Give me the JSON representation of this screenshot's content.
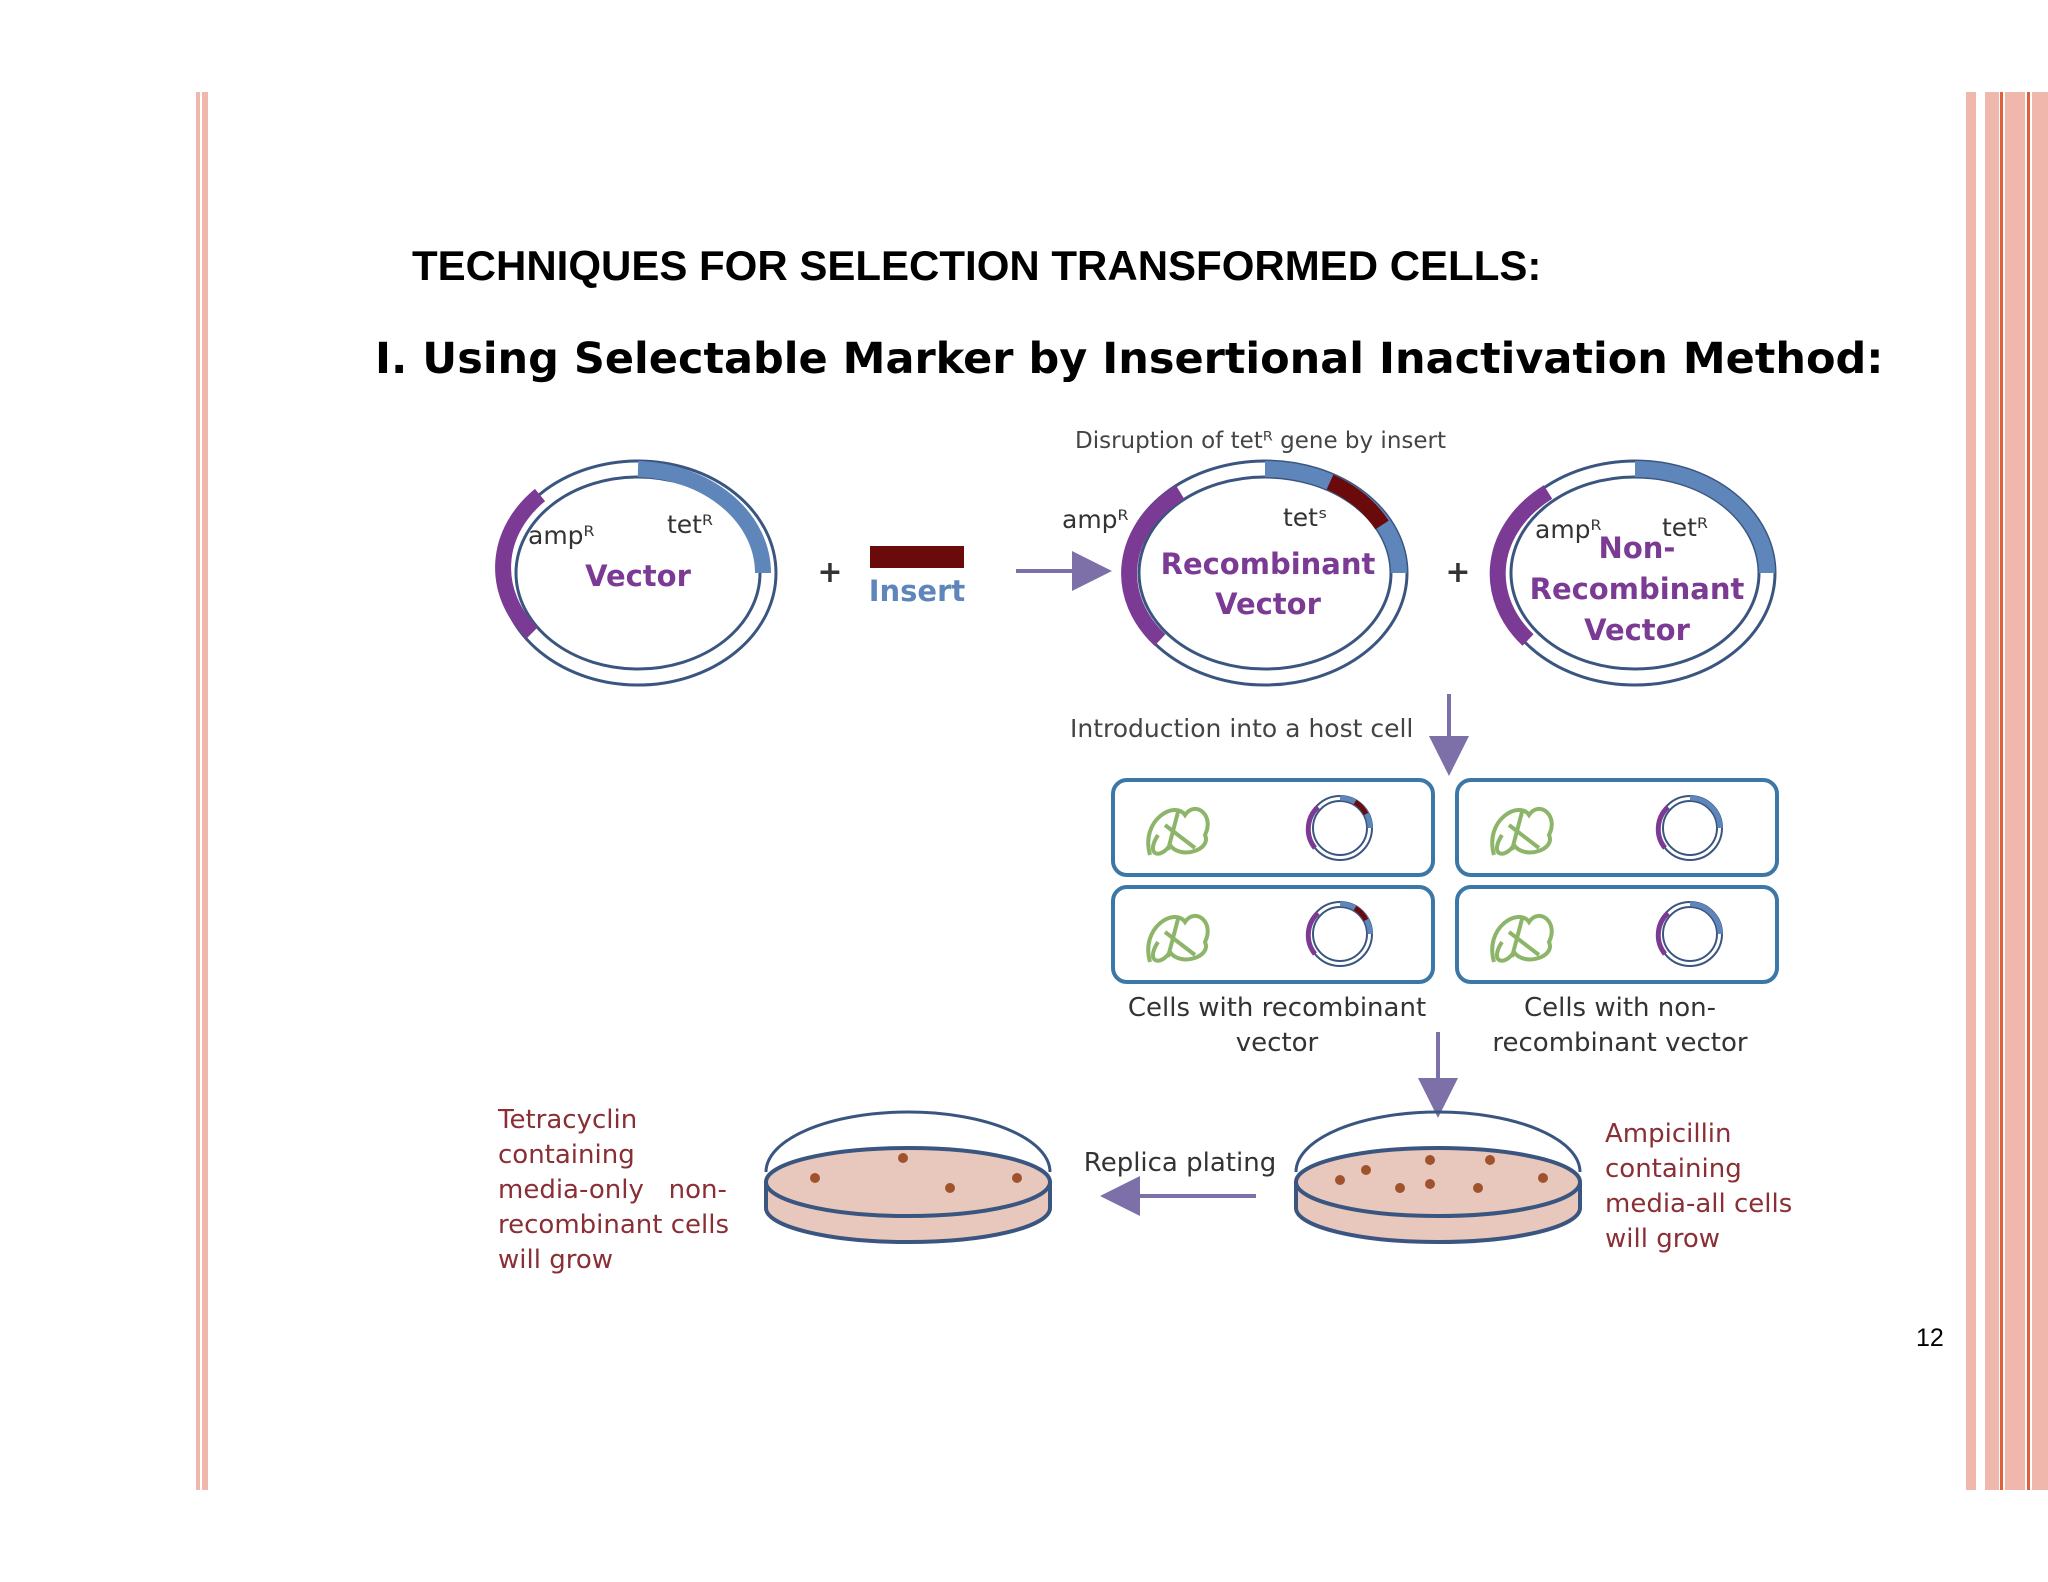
{
  "slide": {
    "title": "TECHNIQUES FOR SELECTION TRANSFORMED CELLS:",
    "subtitle": "I. Using Selectable Marker by Insertional Inactivation Method:",
    "page_number": "12"
  },
  "colors": {
    "side_bar": "#f0b7ad",
    "side_bar_dark": "#e0603a",
    "purple": "#7b3a93",
    "blue": "#5f86bb",
    "dark_red": "#6b0a0a",
    "green": "#8db56a",
    "brown_text": "#8a2f35",
    "cell_border": "#3b78a8",
    "dish_fill": "#e8c8bd",
    "colony": "#a0522d"
  },
  "diagram": {
    "disruption_label": "Disruption of tetᴿ gene by insert",
    "vector": {
      "amp": "ampᴿ",
      "tet": "tetᴿ",
      "label": "Vector"
    },
    "plus_1": "+",
    "insert_label": "Insert",
    "recombinant": {
      "amp": "ampᴿ",
      "tet": "tetˢ",
      "line1": "Recombinant",
      "line2": "Vector"
    },
    "plus_2": "+",
    "non_recombinant": {
      "amp": "ampᴿ",
      "tet": "tetᴿ",
      "line1": "Non-",
      "line2": "Recombinant",
      "line3": "Vector"
    },
    "introduction_label": "Introduction into a host cell",
    "cells_recombinant": {
      "line1": "Cells with recombinant",
      "line2": "vector"
    },
    "cells_non_recombinant": {
      "line1": "Cells with non-",
      "line2": "recombinant vector"
    },
    "replica_label": "Replica plating",
    "tetracyclin_text": [
      "Tetracyclin",
      "containing",
      "media-only   non-",
      "recombinant cells",
      "will grow"
    ],
    "ampicillin_text": [
      "Ampicillin",
      "containing",
      "media-all cells",
      "will grow"
    ]
  }
}
